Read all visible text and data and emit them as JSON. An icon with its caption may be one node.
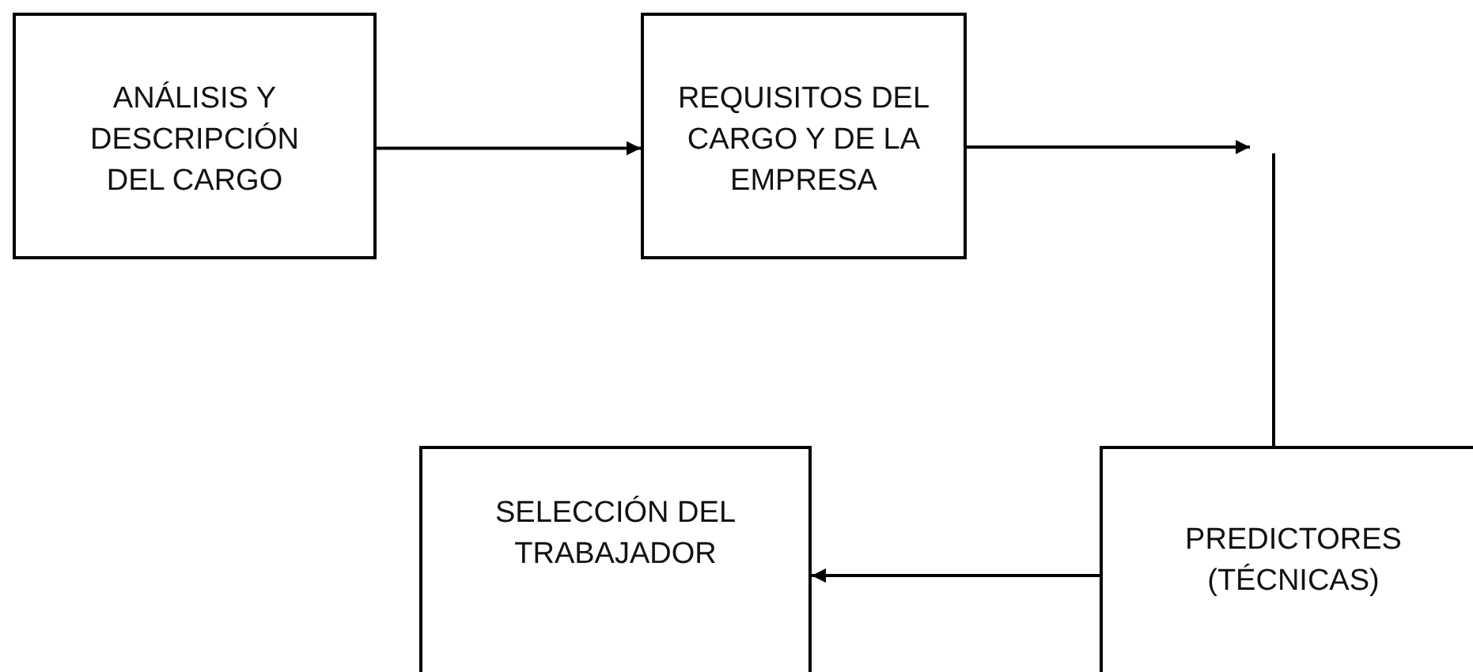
{
  "diagram": {
    "nodes": [
      {
        "text": [
          "ANÁLISIS Y DESCRIPCIÓN DEL CARGO"
        ]
      },
      {
        "text": [
          "REQUISITOS DEL CARGO Y DE LA EMPRESA"
        ]
      },
      {
        "text": [
          "SELECCIÓN DEL TRABAJADOR"
        ]
      },
      {
        "text": [
          "PREDICTORES (TÉCNICAS)"
        ]
      }
    ],
    "edges": [
      {
        "from": 0,
        "to": 1,
        "arrow": "to"
      },
      {
        "from": 1,
        "to": null,
        "arrow": "to"
      },
      {
        "from": null,
        "to": 3,
        "arrow": "none"
      },
      {
        "from": 3,
        "to": 2,
        "arrow": "to"
      }
    ]
  }
}
